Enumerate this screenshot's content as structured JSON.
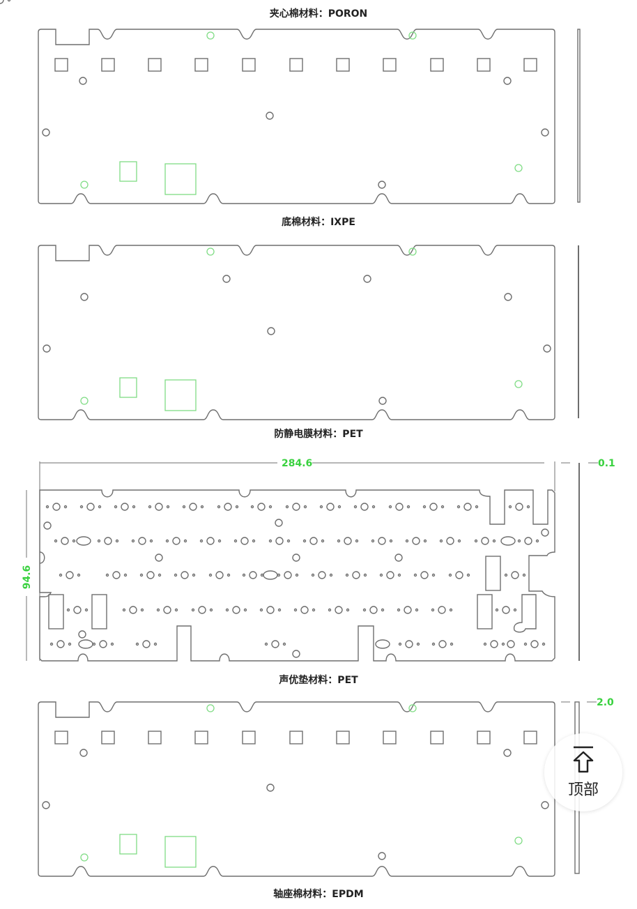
{
  "captions": {
    "panel1": "夹心棉材料：PORON",
    "panel2": "底棉材料：IXPE",
    "panel3": "防静电膜材料：PET",
    "panel4": "声优垫材料：PET",
    "panel5": "轴座棉材料：EPDM"
  },
  "dimensions": {
    "width": "284.6",
    "height": "94.6",
    "thickness_pet": "0.1",
    "thickness_epdm": "2.0"
  },
  "back_to_top": {
    "label": "顶部",
    "icon": "arrow-up-to-top-icon"
  },
  "colors": {
    "outline": "#6e6e6e",
    "highlight": "#7fdc84",
    "dimension_text": "#39d13f"
  }
}
